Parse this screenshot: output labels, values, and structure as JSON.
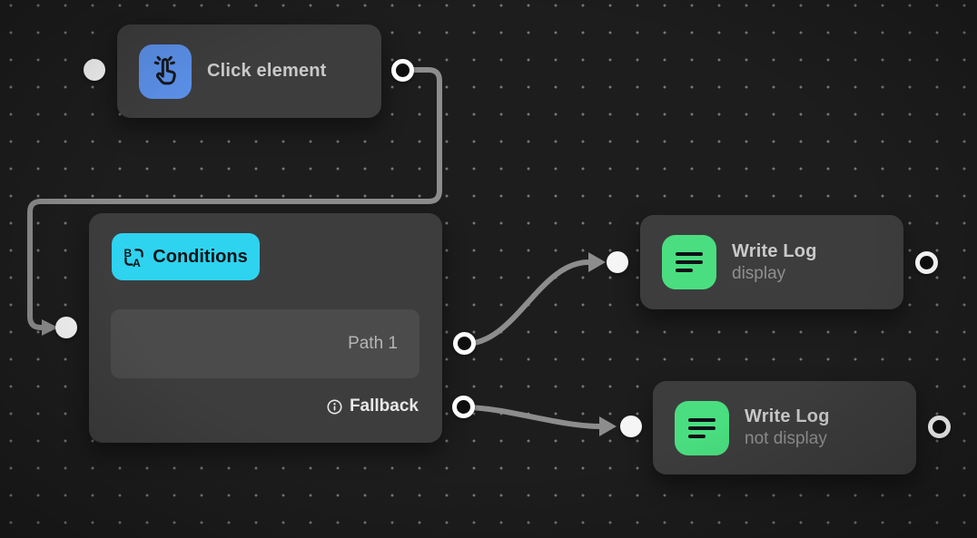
{
  "canvas": {
    "background": "#1d1d1e",
    "dot_color": "#9a9a9a"
  },
  "colors": {
    "canvas-bg": "#1d1d1e",
    "node-bg": "#3d3d3e",
    "inner-bg": "#4b4b4c",
    "edge": "#8d8d8d",
    "click-accent": "#5b90e8",
    "conditions-accent": "#2ed3f0",
    "log-accent": "#4ade80",
    "title": "#c9c9c9",
    "subtitle": "#8f8f8f",
    "path-label": "#b5b5b5",
    "fallback-text": "#e8e8e8"
  },
  "nodes": {
    "click": {
      "label": "Click element",
      "icon": "pointer-tap-icon"
    },
    "conditions": {
      "label": "Conditions",
      "icon": "ab-compare-icon",
      "path1_label": "Path 1",
      "fallback_label": "Fallback",
      "fallback_icon": "info-circle-icon"
    },
    "log_display": {
      "title": "Write Log",
      "subtitle": "display",
      "icon": "log-lines-icon"
    },
    "log_not_display": {
      "title": "Write Log",
      "subtitle": "not display",
      "icon": "log-lines-icon"
    }
  },
  "edges": [
    {
      "from": "click-element-output",
      "to": "conditions-input"
    },
    {
      "from": "conditions-path1-output",
      "to": "write-log-display-input"
    },
    {
      "from": "conditions-fallback-output",
      "to": "write-log-not-display-input"
    }
  ]
}
